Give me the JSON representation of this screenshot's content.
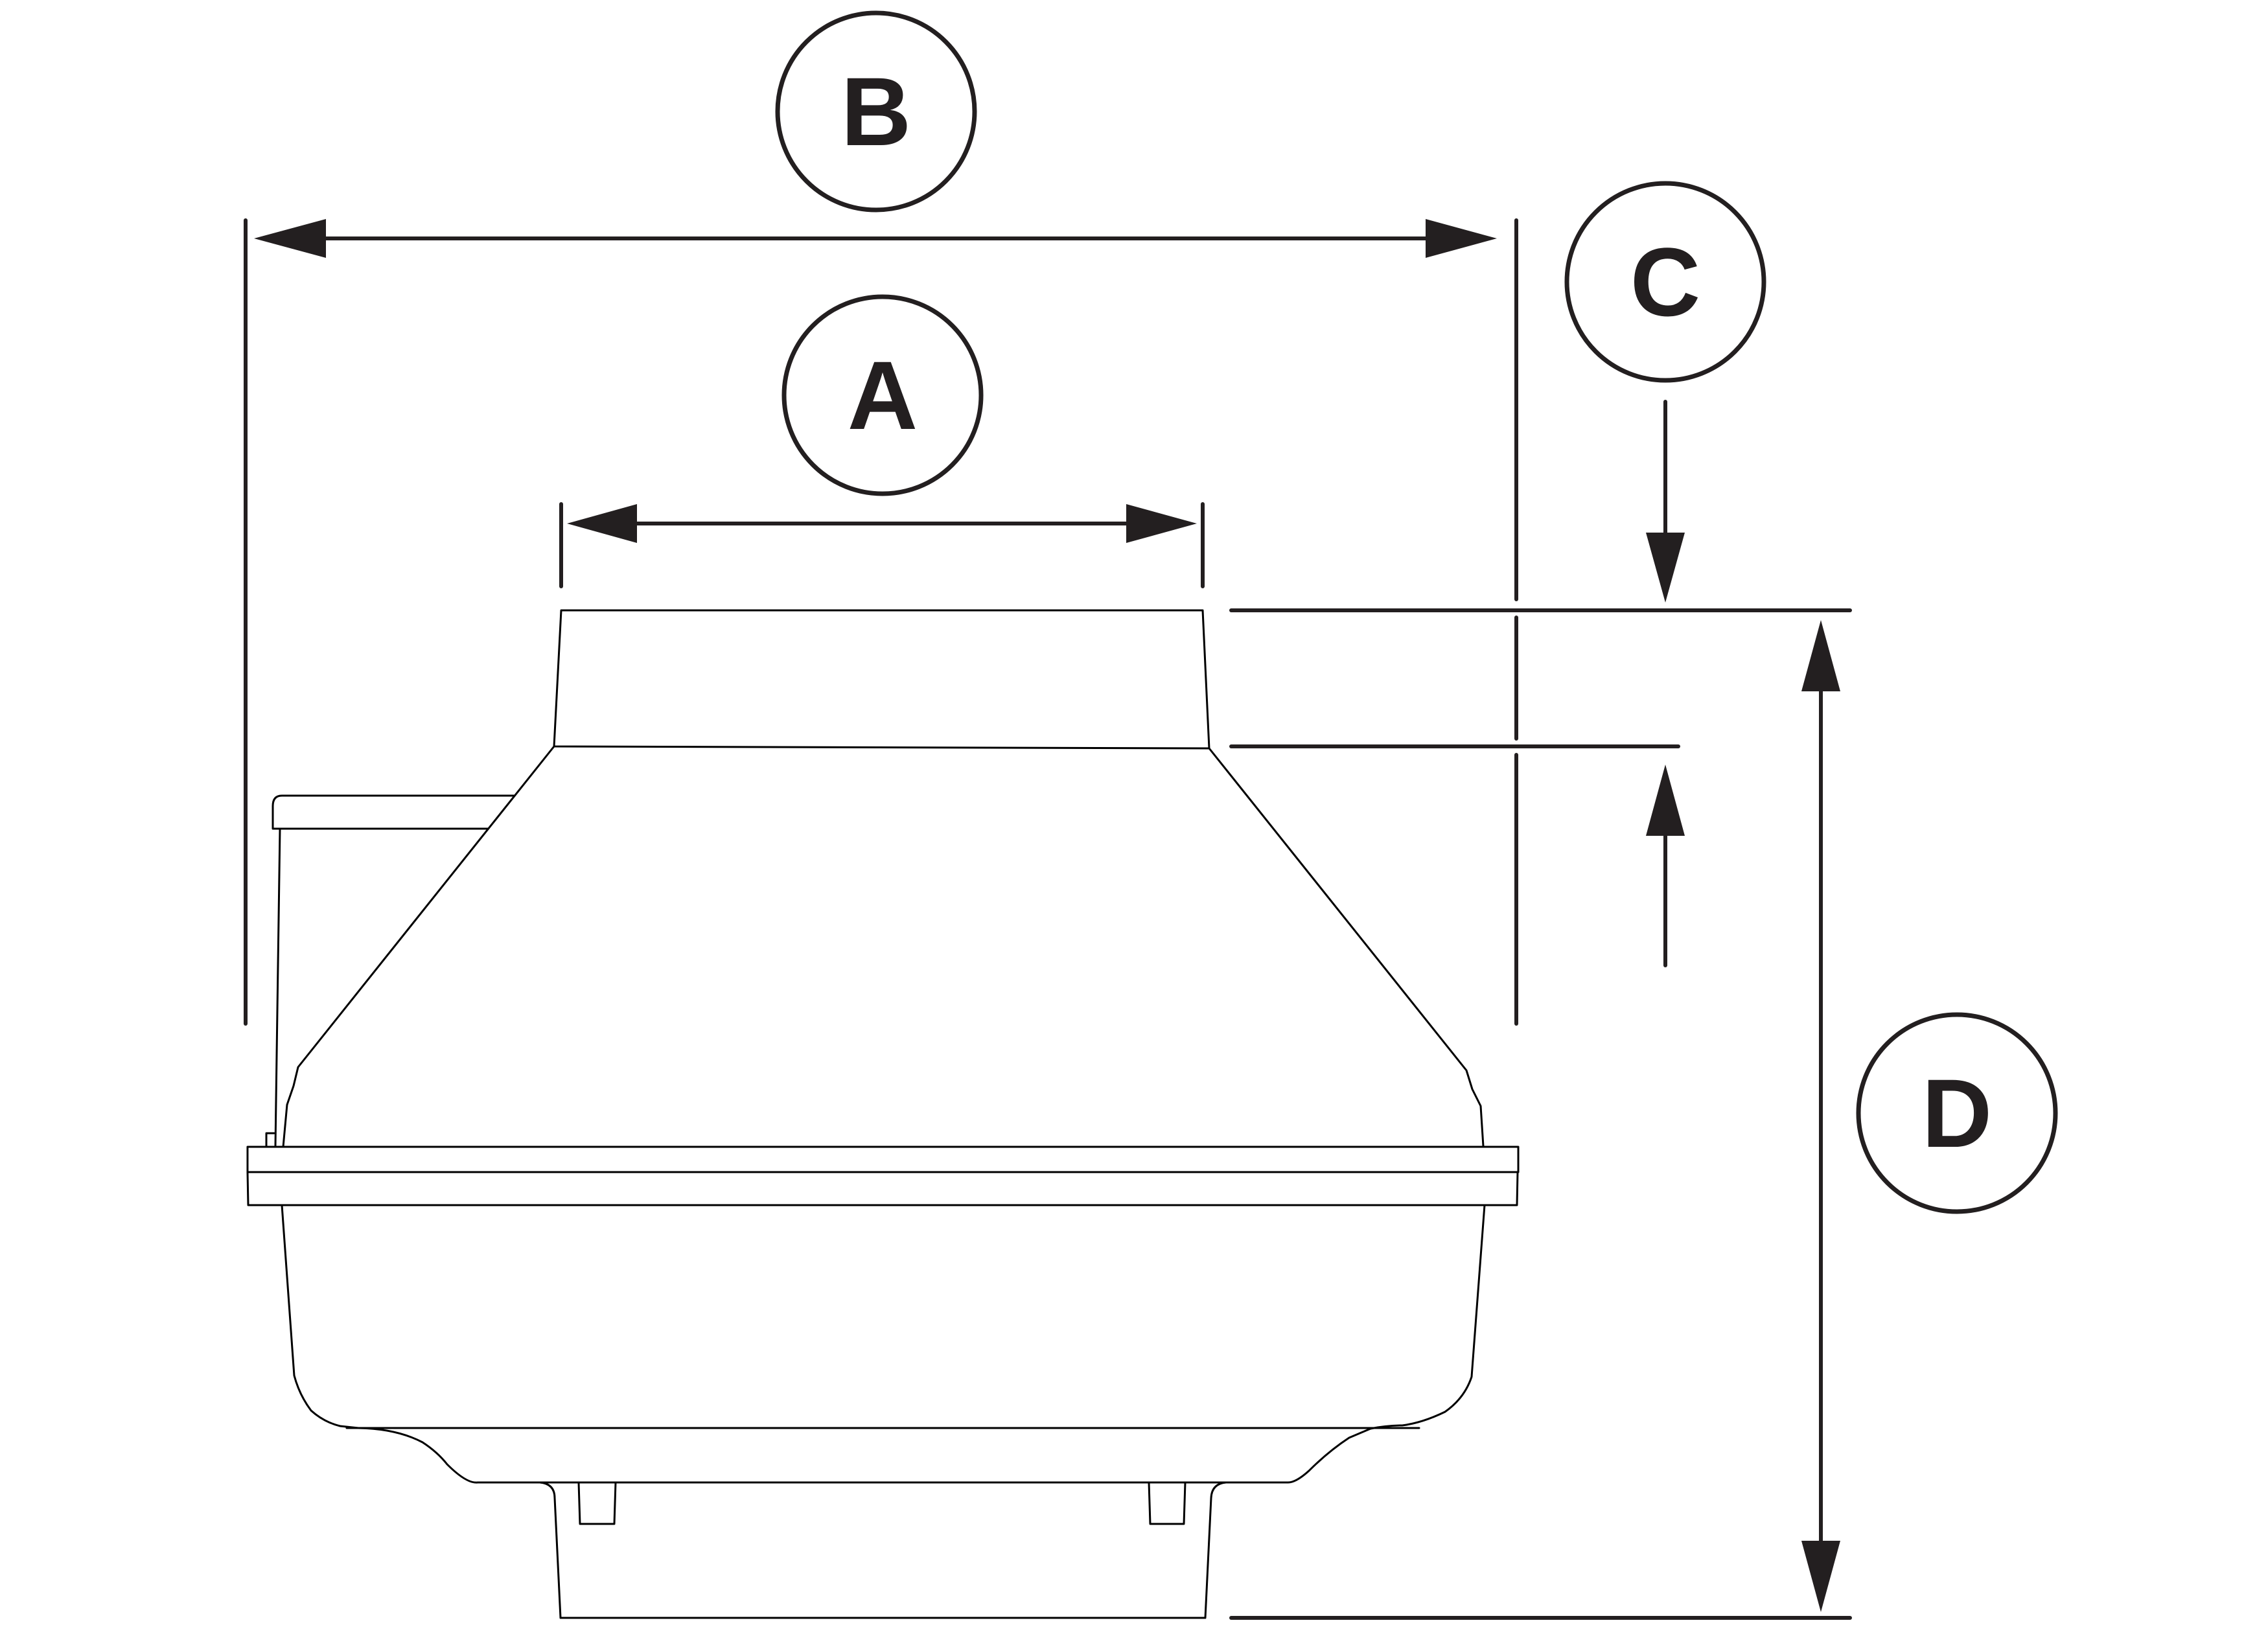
{
  "labels": {
    "a": "A",
    "b": "B",
    "c": "C",
    "d": "D"
  },
  "colors": {
    "ink": "#231f20",
    "outline": "#000000",
    "background": "#ffffff"
  }
}
